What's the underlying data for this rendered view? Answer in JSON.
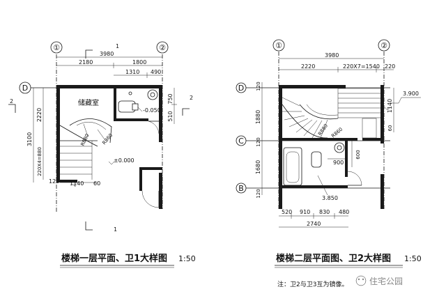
{
  "left_plan": {
    "axis_1": "①",
    "axis_2": "②",
    "axis_D": "D",
    "section_mark": "1",
    "section_mark_bottom": "1",
    "section_side": "2",
    "section_side_right": "2",
    "dim_total": "3980",
    "dim_2180": "2180",
    "dim_1800": "1800",
    "dim_1310": "1310",
    "dim_490": "490",
    "dim_3100": "3100",
    "dim_2220": "2220",
    "dim_220x4": "220X4=880",
    "dim_120": "120",
    "dim_1140": "1140",
    "dim_60": "60",
    "dim_750": "750",
    "dim_510": "510",
    "dim_r860": "R860",
    "dim_r880": "R880",
    "room_label": "储藏室",
    "elev_low": "-0.050",
    "elev_zero": "±0.000",
    "title": "楼梯一层平面、卫1大样图",
    "scale": "1:50"
  },
  "right_plan": {
    "axis_1": "①",
    "axis_2": "②",
    "axis_D": "D",
    "axis_C": "C",
    "axis_B": "B",
    "dim_total": "3980",
    "dim_2220": "2220",
    "dim_220x7": "220X7=1540",
    "dim_220_right": "220",
    "dim_120a": "120",
    "dim_1880": "1880",
    "dim_120b": "120",
    "dim_1680": "1680",
    "dim_120c": "120",
    "dim_1140": "1140",
    "dim_60": "60",
    "elev_3900": "3.900",
    "elev_3850": "3.850",
    "dim_600": "600",
    "dim_900": "900",
    "dim_520": "520",
    "dim_910": "910",
    "dim_830": "830",
    "dim_480": "480",
    "dim_2740": "2740",
    "dim_r860": "R860",
    "dim_r880": "R880",
    "title": "楼梯二层平面图、卫2大样图",
    "scale": "1:50",
    "note": "注：卫2与卫3互为镜像。"
  },
  "watermark": "住宅公园"
}
